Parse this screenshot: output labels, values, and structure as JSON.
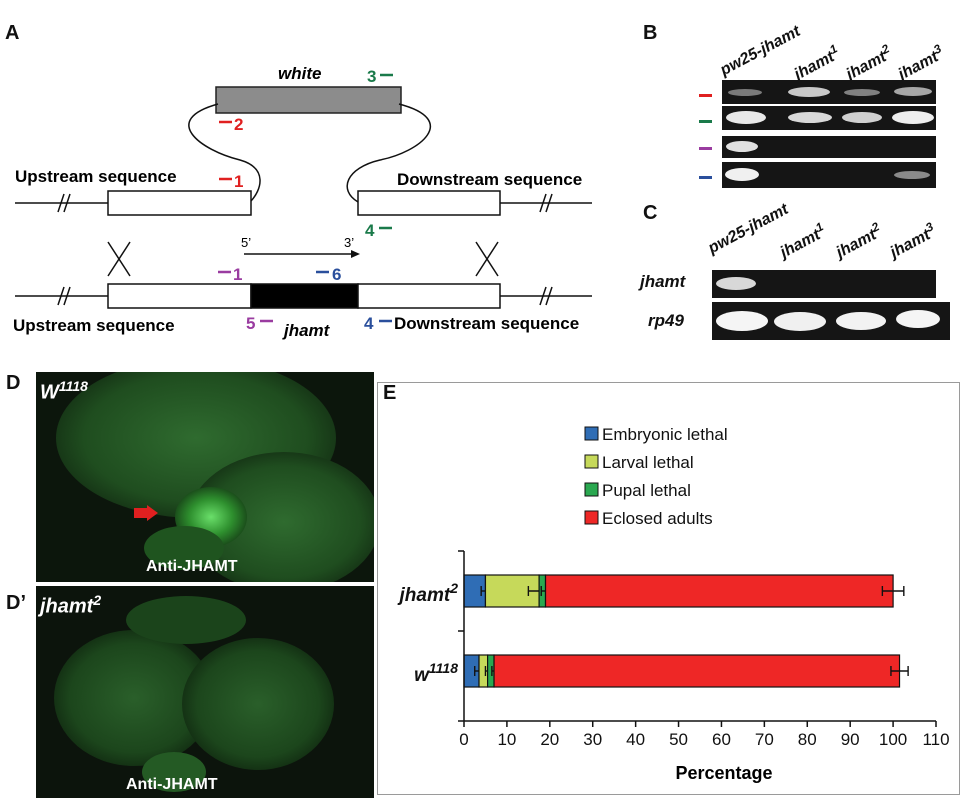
{
  "panels": {
    "A": "A",
    "B": "B",
    "C": "C",
    "D": "D",
    "Dp": "D’",
    "E": "E"
  },
  "panel_a": {
    "white_label": "white",
    "upstream_label": "Upstream sequence",
    "downstream_label": "Downstream sequence",
    "upstream_label_bottom": "Upstream sequence",
    "downstream_label_bottom": "Downstream sequence",
    "jhamt_label": "jhamt",
    "five_prime": "5’",
    "three_prime": "3’",
    "primers": {
      "p3": "3",
      "p2": "2",
      "p1_red": "1",
      "p4_green": "4",
      "p1_purple": "1",
      "p6": "6",
      "p5": "5",
      "p4_blue": "4"
    },
    "colors": {
      "red": "#e02020",
      "green": "#1a7a4a",
      "purple": "#9a3ca0",
      "blue": "#2a4f9c",
      "gray_box": "#8c8c8c"
    }
  },
  "panel_b": {
    "lanes": [
      "pw25-jhamt",
      "jhamt",
      "jhamt",
      "jhamt"
    ],
    "lane_sups": [
      "",
      "1",
      "2",
      "3"
    ],
    "row_colors": [
      "#e02020",
      "#1a7a4a",
      "#9a3ca0",
      "#2a4f9c"
    ]
  },
  "panel_c": {
    "lanes": [
      "pw25-jhamt",
      "jhamt",
      "jhamt",
      "jhamt"
    ],
    "lane_sups": [
      "",
      "1",
      "2",
      "3"
    ],
    "row_labels": [
      "jhamt",
      "rp49"
    ]
  },
  "panel_d": {
    "genotype": "W",
    "genotype_sup": "1118",
    "stain": "Anti-JHAMT"
  },
  "panel_dp": {
    "genotype": "jhamt",
    "genotype_sup": "2",
    "stain": "Anti-JHAMT"
  },
  "chart_data": {
    "type": "bar",
    "orientation": "horizontal-stacked",
    "categories": [
      {
        "name": "jhamt",
        "sup": "2"
      },
      {
        "name": "w",
        "sup": "1118"
      }
    ],
    "series": [
      {
        "name": "Embryonic lethal",
        "color": "#2f6db5",
        "values": [
          5,
          3.5
        ],
        "errors": [
          1,
          1
        ]
      },
      {
        "name": "Larval lethal",
        "color": "#c6d95a",
        "values": [
          12.5,
          2
        ],
        "errors": [
          2.5,
          0.5
        ]
      },
      {
        "name": "Pupal lethal",
        "color": "#2aa850",
        "values": [
          1.5,
          1.5
        ],
        "errors": [
          1,
          0.5
        ]
      },
      {
        "name": "Eclosed adults",
        "color": "#ee2726",
        "values": [
          81,
          94.5
        ],
        "errors": [
          2.5,
          2
        ]
      }
    ],
    "xlabel": "Percentage",
    "xlim": [
      0,
      110
    ],
    "xticks": [
      0,
      10,
      20,
      30,
      40,
      50,
      60,
      70,
      80,
      90,
      100,
      110
    ],
    "legend_position": "top"
  }
}
